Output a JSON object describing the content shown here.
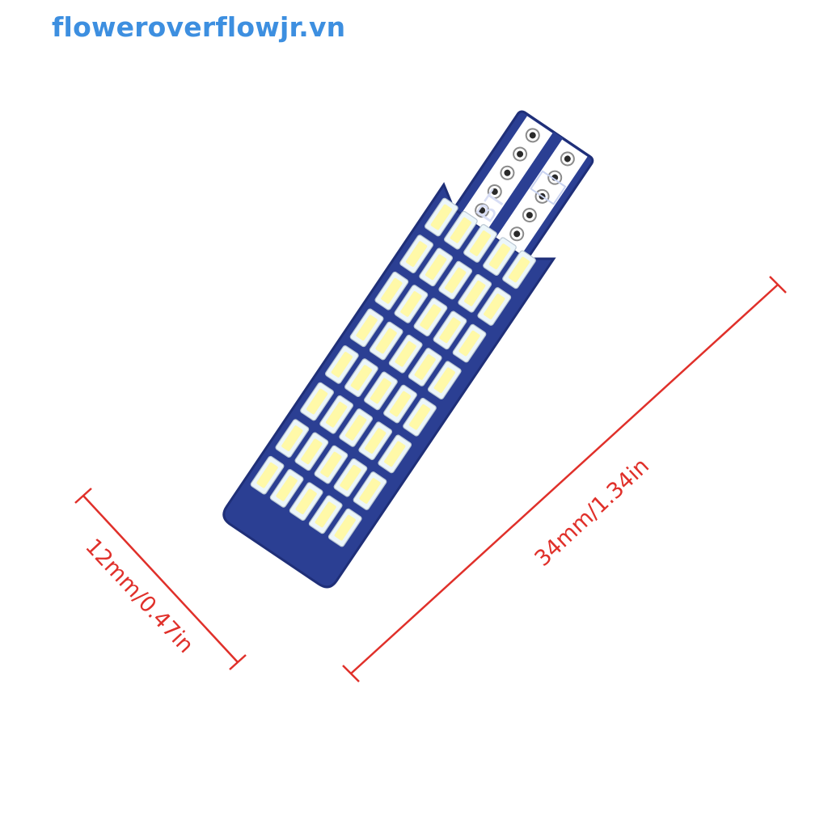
{
  "watermark": {
    "text": "floweroverflowjr.vn"
  },
  "board": {
    "silkscreen": "BT",
    "led_columns": 5,
    "led_rows": 8,
    "led_count": 40
  },
  "dimensions": {
    "width_label": "12mm/0.47in",
    "length_label": "34mm/1.34in"
  },
  "colors": {
    "watermark": "#3d8fe0",
    "dimension_line": "#e0302a",
    "pcb": "#2b3f93",
    "pcb_edge": "#1f2f78",
    "led_body": "#ecf6fa",
    "led_glow": "#fff9a8",
    "contact": "#ffffff"
  }
}
